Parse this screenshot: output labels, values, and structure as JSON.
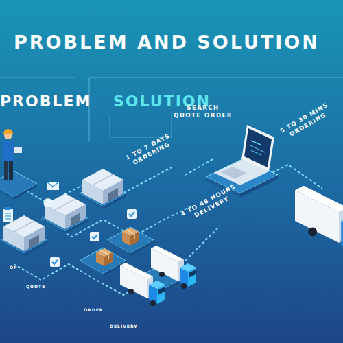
{
  "diagram": {
    "title": "PROBLEM AND SOLUTION",
    "nodes": [
      {
        "text": [
          "SEARCH QUOTE ORDER"
        ]
      }
    ],
    "labels": [
      "PROBLEM",
      "SOLUTION",
      "1 TO 7 DAYS ORDERING",
      "4 TO 48 HOURS DELIVERY",
      "OP",
      "QUOTE",
      "ORDER",
      "DELIVERY",
      "5 TO 30 MINS ORDERING"
    ]
  }
}
